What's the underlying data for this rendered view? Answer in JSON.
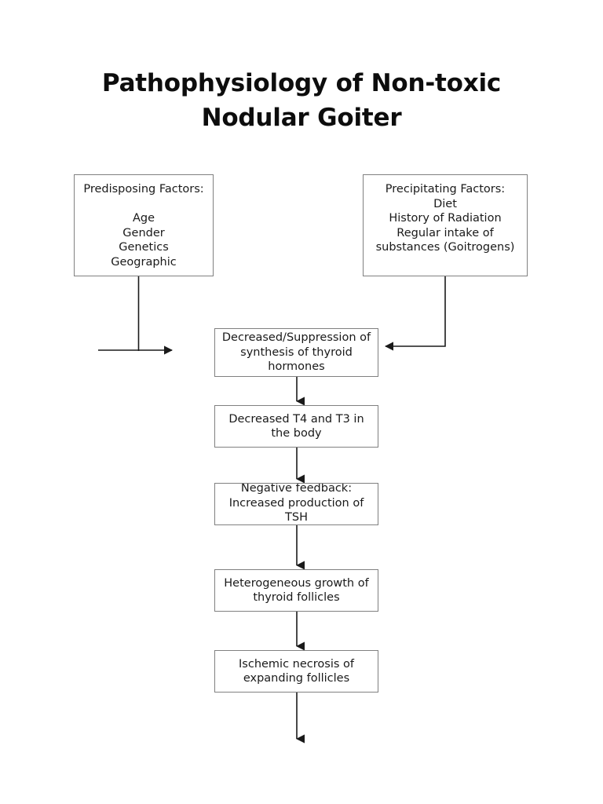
{
  "document": {
    "title_line_1": "Pathophysiology of Non-toxic",
    "title_line_2": "Nodular Goiter",
    "title": "Pathophysiology of Non-toxic\nNodular Goiter",
    "background_color": "#ffffff",
    "box_border_color": "#808080",
    "connector_color": "#1a1a1a",
    "text_color": "#1a1a1a"
  },
  "chart_data": {
    "type": "diagram",
    "diagram_kind": "flowchart",
    "title": "Pathophysiology of Non-toxic Nodular Goiter",
    "nodes": [
      {
        "id": "predisposing",
        "heading": "Predisposing Factors:",
        "items": [
          "Age",
          "Gender",
          "Genetics",
          "Geographic"
        ],
        "text": "Predisposing Factors:\n\nAge\nGender\nGenetics\nGeographic"
      },
      {
        "id": "precipitating",
        "heading": "Precipitating Factors:",
        "items": [
          "Diet",
          "History of Radiation",
          "Regular intake of substances (Goitrogens)"
        ],
        "text": "Precipitating Factors:\nDiet\nHistory of Radiation\nRegular intake of\nsubstances (Goitrogens)"
      },
      {
        "id": "decreased-synthesis",
        "text": "Decreased/Suppression of\nsynthesis of thyroid\nhormones"
      },
      {
        "id": "decreased-t4t3",
        "text": "Decreased T4 and T3 in\nthe body"
      },
      {
        "id": "negative-feedback",
        "text": "Negative feedback:\nIncreased production of\nTSH",
        "note": "third line TSH is clipped by the box border"
      },
      {
        "id": "heterogeneous-growth",
        "text": "Heterogeneous growth of\nthyroid follicles"
      },
      {
        "id": "ischemic-necrosis",
        "text": "Ischemic necrosis of\nexpanding follicles"
      }
    ],
    "edges": [
      {
        "from": "predisposing",
        "to": "dangling-right-arrow",
        "style": "elbow"
      },
      {
        "from": "precipitating",
        "to": "decreased-synthesis",
        "style": "elbow-left-arrow"
      },
      {
        "from": "decreased-synthesis",
        "to": "decreased-t4t3",
        "style": "vertical-arrow"
      },
      {
        "from": "decreased-t4t3",
        "to": "negative-feedback",
        "style": "vertical-arrow"
      },
      {
        "from": "negative-feedback",
        "to": "heterogeneous-growth",
        "style": "vertical-arrow"
      },
      {
        "from": "heterogeneous-growth",
        "to": "ischemic-necrosis",
        "style": "vertical-arrow"
      },
      {
        "from": "ischemic-necrosis",
        "to": "truncated",
        "style": "vertical-arrow-dangling"
      }
    ]
  }
}
